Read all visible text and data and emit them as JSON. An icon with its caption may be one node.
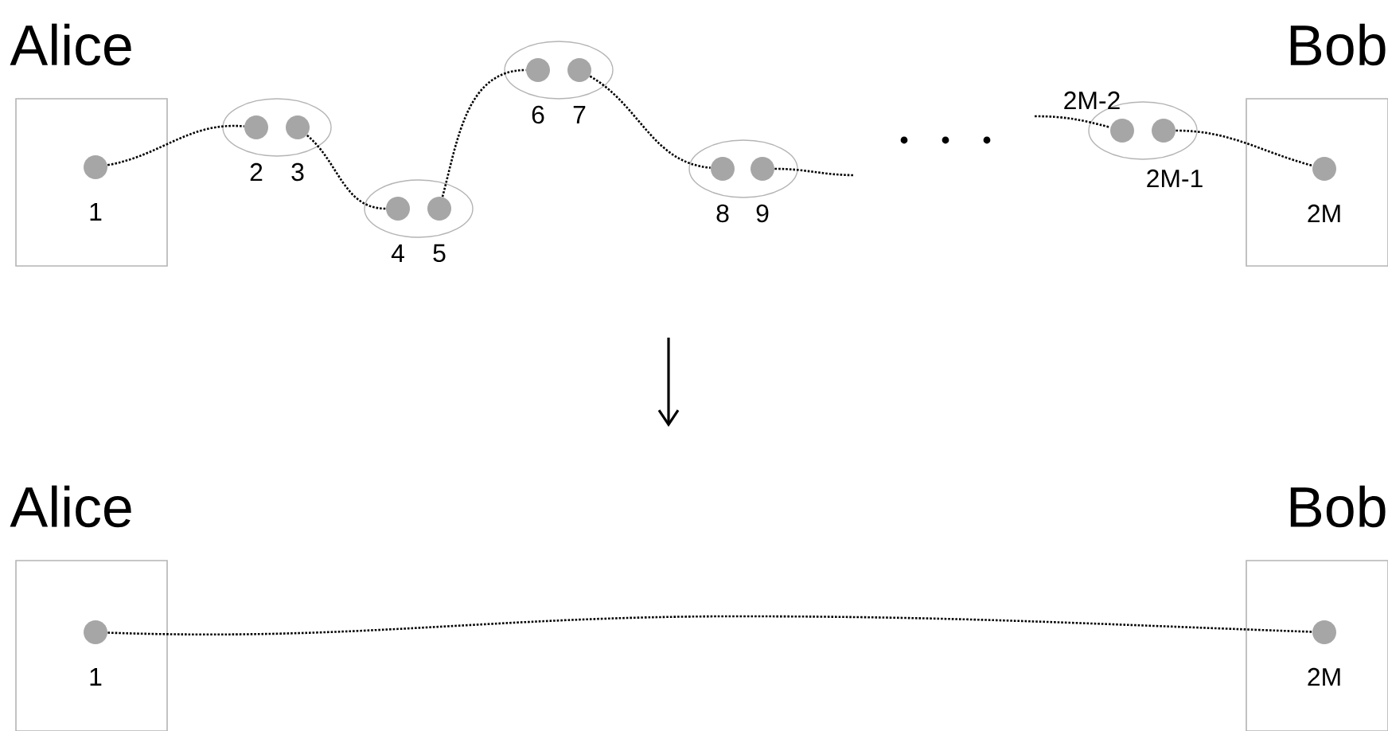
{
  "diagram": {
    "nodes": [
      {
        "text": [
          "Alice"
        ]
      },
      {
        "text": [],
        "shape": "circle",
        "in": 0,
        "beside": [
          "1"
        ]
      },
      {
        "text": [],
        "shape": "ellipse"
      },
      {
        "text": [],
        "shape": "circle",
        "in": 2,
        "beside": [
          "2"
        ]
      },
      {
        "text": [],
        "shape": "circle",
        "in": 2,
        "beside": [
          "3"
        ]
      },
      {
        "text": [],
        "shape": "ellipse"
      },
      {
        "text": [],
        "shape": "circle",
        "in": 5,
        "beside": [
          "4"
        ]
      },
      {
        "text": [],
        "shape": "circle",
        "in": 5,
        "beside": [
          "5"
        ]
      },
      {
        "text": [],
        "shape": "ellipse"
      },
      {
        "text": [],
        "shape": "circle",
        "in": 8,
        "beside": [
          "6"
        ]
      },
      {
        "text": [],
        "shape": "circle",
        "in": 8,
        "beside": [
          "7"
        ]
      },
      {
        "text": [],
        "shape": "ellipse"
      },
      {
        "text": [],
        "shape": "circle",
        "in": 11,
        "beside": [
          "8"
        ]
      },
      {
        "text": [],
        "shape": "circle",
        "in": 11,
        "beside": [
          "9"
        ]
      },
      {
        "text": [],
        "shape": "ellipse"
      },
      {
        "text": [],
        "shape": "circle",
        "in": 14,
        "beside": [
          "2M-2"
        ]
      },
      {
        "text": [],
        "shape": "circle",
        "in": 14,
        "beside": [
          "2M-1"
        ]
      },
      {
        "text": [
          "Bob"
        ]
      },
      {
        "text": [],
        "shape": "circle",
        "in": 17,
        "beside": [
          "2M"
        ]
      },
      {
        "text": [
          "Alice"
        ]
      },
      {
        "text": [],
        "shape": "circle",
        "in": 19,
        "beside": [
          "1"
        ]
      },
      {
        "text": [
          "Bob"
        ]
      },
      {
        "text": [],
        "shape": "circle",
        "in": 21,
        "beside": [
          "2M"
        ]
      }
    ],
    "edges": [
      {
        "from": 1,
        "to": 3,
        "arrow": "none"
      },
      {
        "from": 4,
        "to": 6,
        "arrow": "none"
      },
      {
        "from": 7,
        "to": 9,
        "arrow": "none"
      },
      {
        "from": 10,
        "to": 12,
        "arrow": "none"
      },
      {
        "from": 13,
        "to": null,
        "arrow": "none"
      },
      {
        "from": null,
        "to": 15,
        "arrow": "none"
      },
      {
        "from": 16,
        "to": 18,
        "arrow": "none"
      },
      {
        "from": 20,
        "to": 22,
        "arrow": "none"
      }
    ]
  }
}
